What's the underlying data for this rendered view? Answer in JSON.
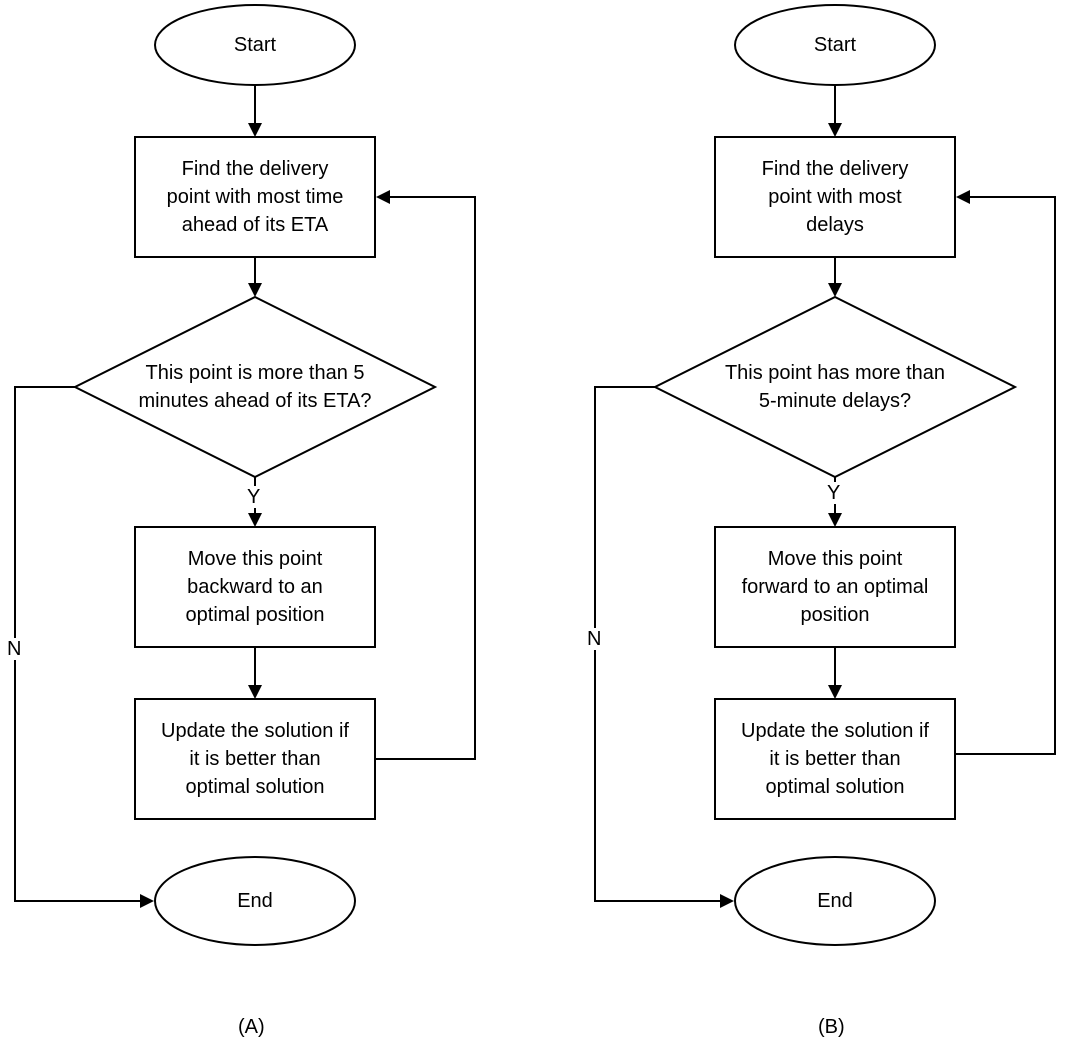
{
  "diagrams": [
    {
      "caption": "(A)",
      "start": "Start",
      "find": "Find the delivery\npoint with most time\nahead of its ETA",
      "decision": "This point is more than 5\nminutes ahead of its ETA?",
      "yes_label": "Y",
      "move": "Move this point\nbackward to an\noptimal position",
      "update": "Update the solution if\nit is better than\noptimal solution",
      "no_label": "N",
      "end": "End"
    },
    {
      "caption": "(B)",
      "start": "Start",
      "find": "Find the delivery\npoint with most\ndelays",
      "decision": "This point has more than\n5-minute delays?",
      "yes_label": "Y",
      "move": "Move this point\nforward to an optimal\nposition",
      "update": "Update the solution if\nit is better than\noptimal solution",
      "no_label": "N",
      "end": "End"
    }
  ]
}
